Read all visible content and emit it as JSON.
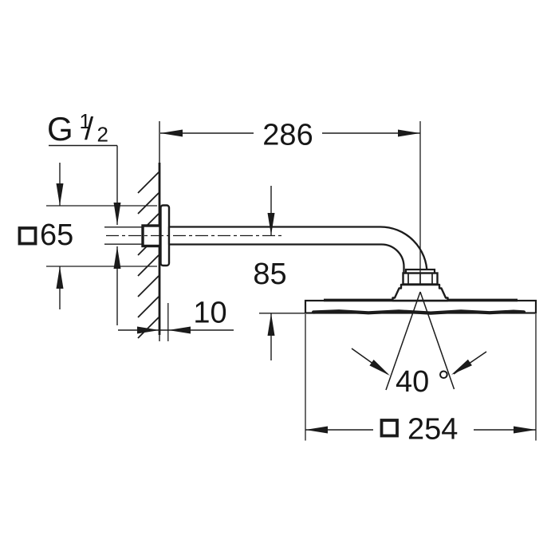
{
  "meta": {
    "background": "#ffffff",
    "line_color": "#1b1b1b",
    "drawing_kind": "shower head arm technical dimension drawing"
  },
  "labels": {
    "thread_prefix": "G",
    "thread_numerator": "1",
    "thread_slash": "/",
    "thread_denominator": "2",
    "arm_projection": "286",
    "flange_square": "65",
    "flange_square_symbol": "□",
    "head_drop": "85",
    "wall_offset": "10",
    "spray_angle": "40 °",
    "head_square": "254",
    "head_square_symbol": "□"
  }
}
